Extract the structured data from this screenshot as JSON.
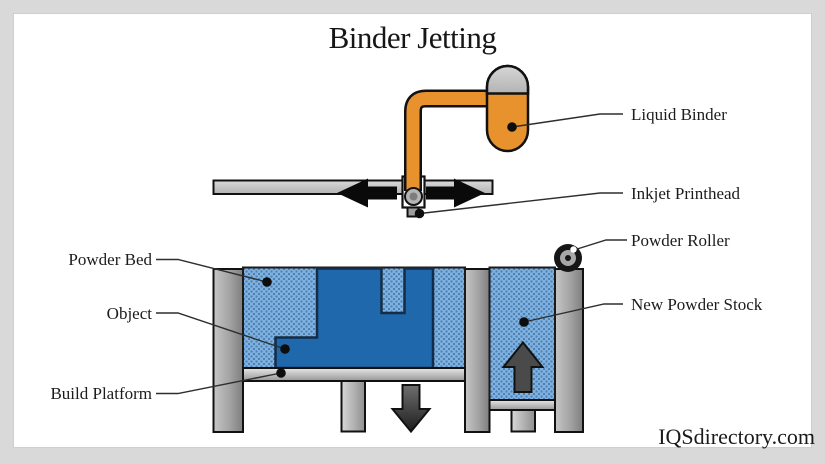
{
  "title": "Binder Jetting",
  "watermark": "IQSdirectory.com",
  "labels": {
    "liquid_binder": "Liquid Binder",
    "inkjet_printhead": "Inkjet Printhead",
    "powder_roller": "Powder Roller",
    "new_powder_stock": "New Powder Stock",
    "powder_bed": "Powder Bed",
    "object": "Object",
    "build_platform": "Build Platform"
  },
  "icons": {
    "printhead_motion": [
      "left-arrow",
      "right-arrow"
    ],
    "build_platform_motion": "down-arrow",
    "powder_supply_motion": "up-arrow"
  },
  "colors": {
    "background": "#d9d9d9",
    "panel": "#ffffff",
    "outline": "#111111",
    "binder_orange": "#e8922e",
    "powder_base": "#7fb2de",
    "powder_dot": "#4c7fb5",
    "object_blue": "#1f68ab",
    "label_text": "#1c1c1c",
    "leader": "#2e2e2e"
  }
}
